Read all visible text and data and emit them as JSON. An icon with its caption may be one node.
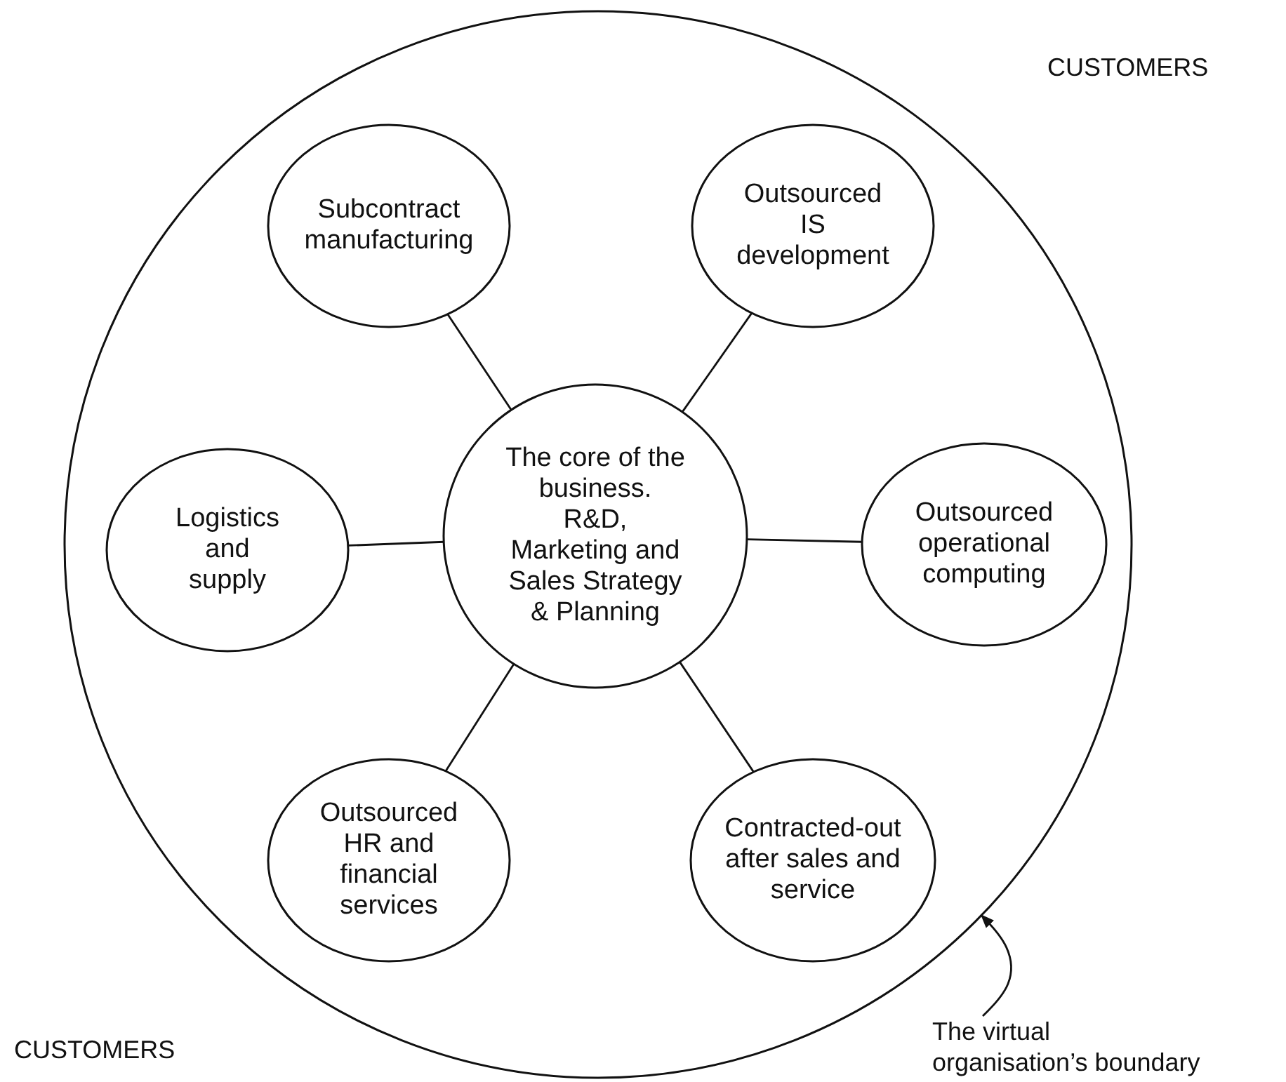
{
  "diagram": {
    "nodes": [
      {
        "text": [],
        "shape": "circle"
      },
      {
        "text": [
          "The core of the business. R&D, Marketing and Sales Strategy & Planning"
        ],
        "in": 0
      },
      {
        "text": [
          "Subcontract manufacturing"
        ],
        "in": 0
      },
      {
        "text": [
          "Outsourced IS development"
        ],
        "in": 0
      },
      {
        "text": [
          "Logistics and supply"
        ],
        "in": 0
      },
      {
        "text": [
          "Outsourced operational computing"
        ],
        "in": 0
      },
      {
        "text": [
          "Outsourced HR and financial services"
        ],
        "in": 0
      },
      {
        "text": [
          "Contracted-out after sales and service"
        ],
        "in": 0
      },
      {
        "text": [
          "The virtual organisation’s boundary"
        ]
      }
    ],
    "edges": [
      {
        "from": 1,
        "to": 2,
        "arrow": "none"
      },
      {
        "from": 1,
        "to": 3,
        "arrow": "none"
      },
      {
        "from": 1,
        "to": 4,
        "arrow": "none"
      },
      {
        "from": 1,
        "to": 5,
        "arrow": "none"
      },
      {
        "from": 1,
        "to": 6,
        "arrow": "none"
      },
      {
        "from": 1,
        "to": 7,
        "arrow": "none"
      },
      {
        "from": 8,
        "to": 0,
        "arrow": "to"
      }
    ],
    "labels": [
      "CUSTOMERS",
      "CUSTOMERS"
    ]
  }
}
